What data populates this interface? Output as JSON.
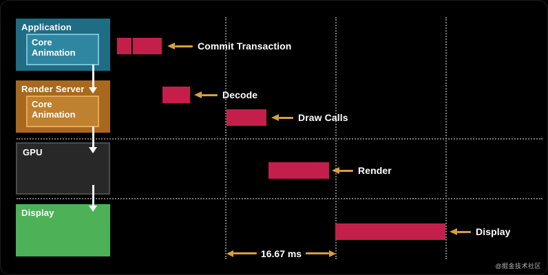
{
  "diagram": {
    "stages": [
      {
        "label": "Application",
        "inner_label": "Core Animation",
        "fill": "#1f6c84",
        "inner_fill": "#2e86a1",
        "inner_border": "#79c0d2"
      },
      {
        "label": "Render Server",
        "inner_label": "Core Animation",
        "fill": "#a8691e",
        "inner_fill": "#bf8030",
        "inner_border": "#e3ac55"
      },
      {
        "label": "GPU",
        "fill": "#282828",
        "border": "#4c4c4c"
      },
      {
        "label": "Display",
        "fill": "#4db158"
      }
    ],
    "timeline": {
      "phases": [
        {
          "label": "Commit Transaction",
          "stage_row": "Application"
        },
        {
          "label": "Decode",
          "stage_row": "Render Server"
        },
        {
          "label": "Draw Calls",
          "stage_row": "Render Server"
        },
        {
          "label": "Render",
          "stage_row": "GPU"
        },
        {
          "label": "Display",
          "stage_row": "Display"
        }
      ],
      "frame_interval": "16.67 ms",
      "vertical_gridlines": 3,
      "horizontal_gridlines": 2
    },
    "colors": {
      "background": "#000000",
      "bar": "#c41f4b",
      "pointer_arrow": "#d9a03c",
      "grid": "#8f8f8f",
      "flow_arrow": "#ffffff"
    }
  },
  "watermark": "@掘金技术社区"
}
